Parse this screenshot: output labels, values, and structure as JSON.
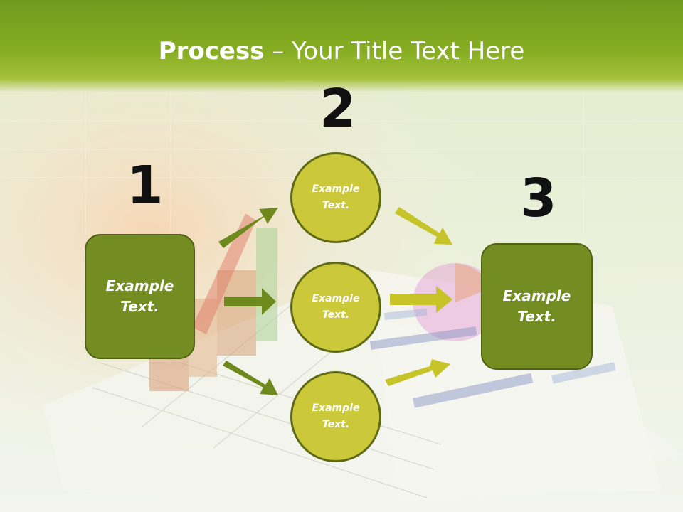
{
  "title": {
    "bold": "Process",
    "rest": " – Your Title Text Here"
  },
  "numbers": [
    "1",
    "2",
    "3"
  ],
  "left_box": "Example\nText.",
  "circles": [
    "Example\nText.",
    "Example\nText.",
    "Example\nText."
  ],
  "right_box": "Example\nText.",
  "colors": {
    "box_green": "#738d22",
    "circle_yellow": "#cbc83a",
    "arrow_green": "#6f8a1c",
    "arrow_yellow": "#c6c428",
    "title_band": "#86ad22"
  }
}
